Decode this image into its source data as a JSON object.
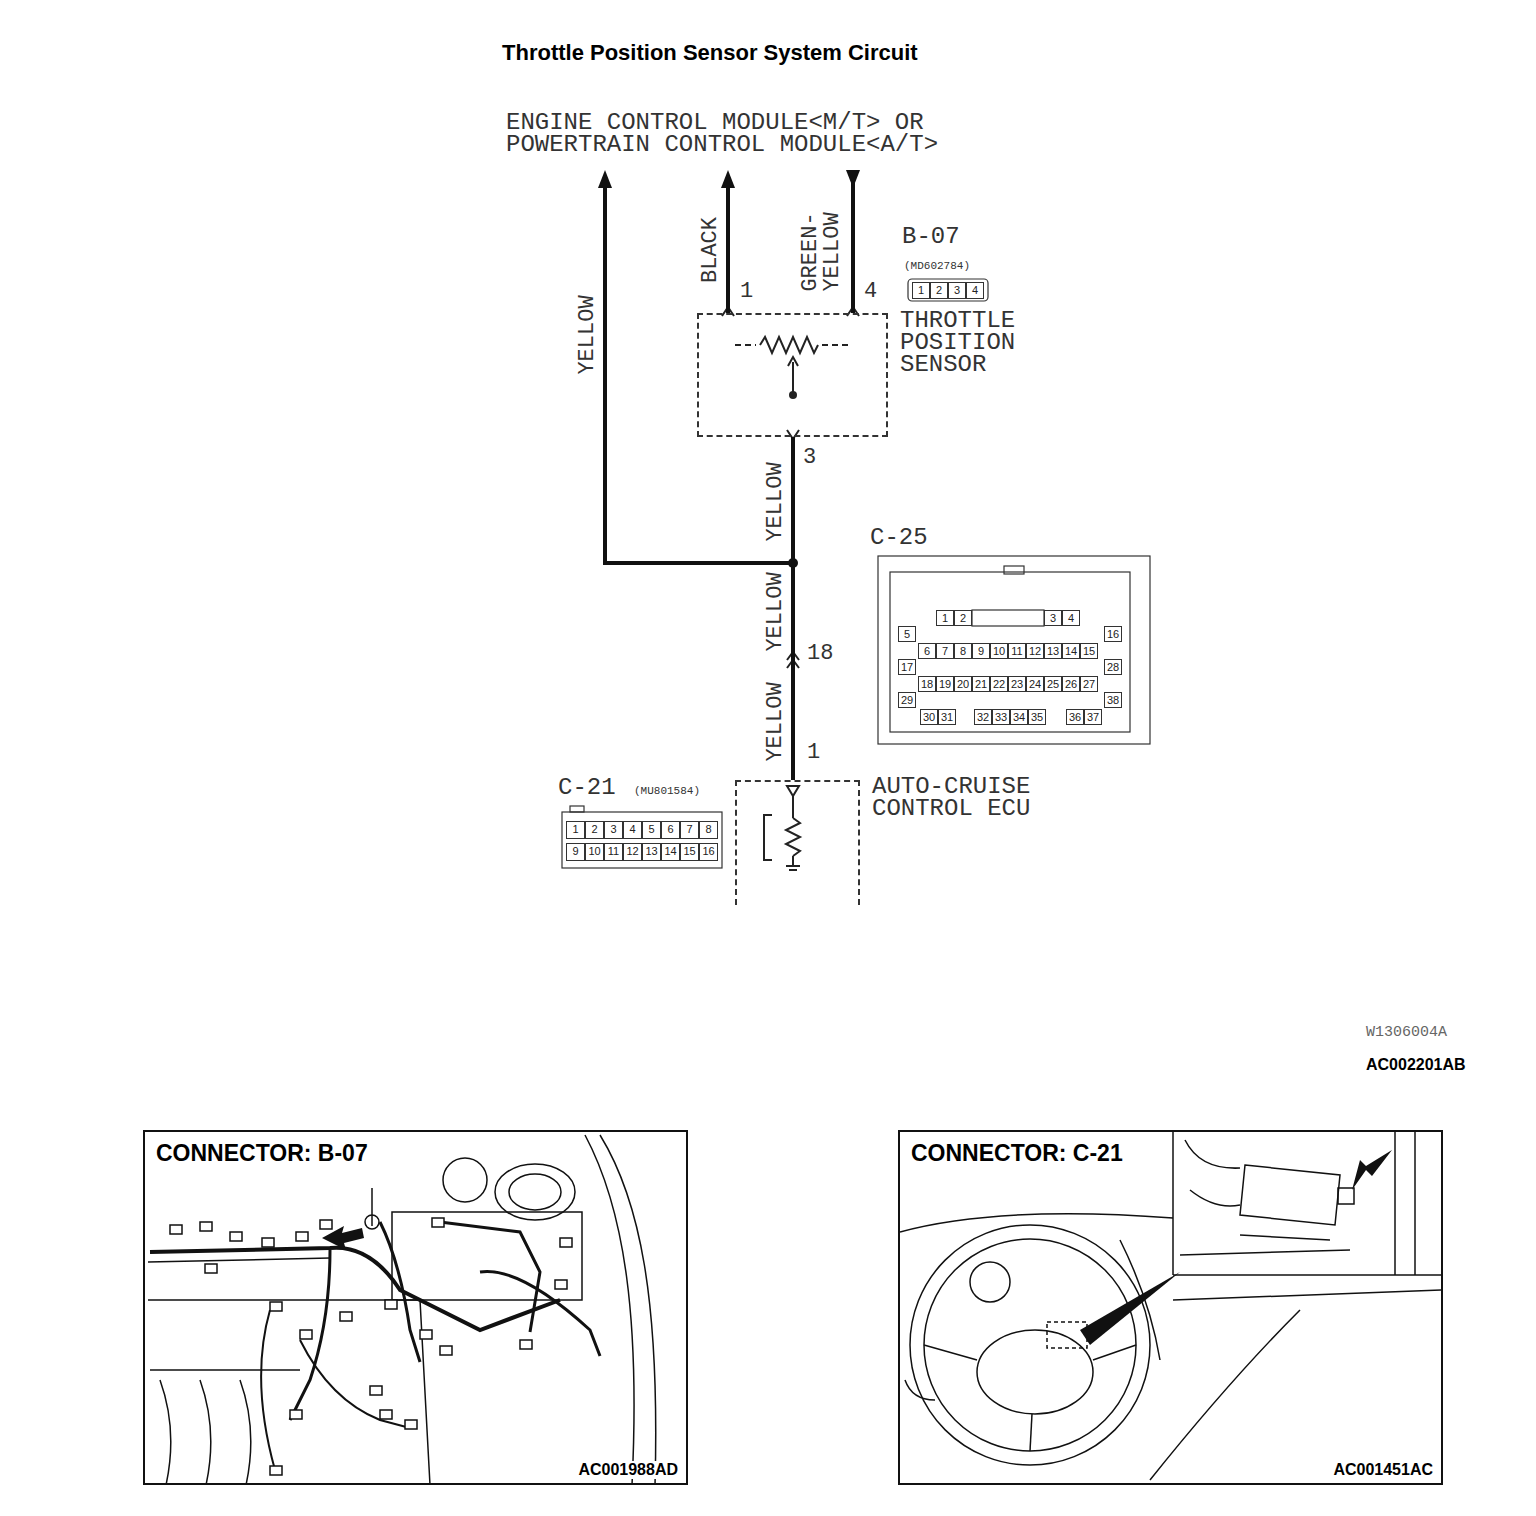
{
  "diagram": {
    "title": "Throttle Position Sensor System Circuit",
    "nodes": [
      {
        "text": [
          "ENGINE CONTROL MODULE<M/T> OR POWERTRAIN CONTROL MODULE<A/T>"
        ]
      },
      {
        "text": [
          "THROTTLE POSITION SENSOR"
        ]
      },
      {
        "text": [
          "AUTO-CRUISE CONTROL ECU"
        ]
      },
      {
        "text": [
          "CONNECTOR: B-07",
          "AC001988AD"
        ]
      },
      {
        "text": [
          "CONNECTOR: C-21",
          "AC001451AC"
        ]
      }
    ],
    "edges": [
      {
        "from": 1,
        "to": 0,
        "label": "YELLOW",
        "arrow": "to"
      },
      {
        "from": 1,
        "to": 0,
        "label": "BLACK",
        "arrow": "to"
      },
      {
        "from": 1,
        "to": 0,
        "label": "GREEN-YELLOW",
        "arrow": "to"
      },
      {
        "from": 1,
        "to": 2,
        "label": "YELLOW",
        "arrow": "none"
      }
    ],
    "labels": [
      "1",
      "4",
      "3",
      "B-07",
      "(MD602784)",
      "1",
      "2",
      "3",
      "4",
      "YELLOW",
      "YELLOW",
      "18",
      "1",
      "C-25",
      "1",
      "2",
      "3",
      "4",
      "5",
      "6",
      "7",
      "8",
      "9",
      "10",
      "11",
      "12",
      "13",
      "14",
      "15",
      "16",
      "17",
      "18",
      "19",
      "20",
      "21",
      "22",
      "23",
      "24",
      "25",
      "26",
      "27",
      "28",
      "29",
      "30",
      "31",
      "32",
      "33",
      "34",
      "35",
      "36",
      "37",
      "38",
      "C-21",
      "(MU801584)",
      "1",
      "2",
      "3",
      "4",
      "5",
      "6",
      "7",
      "8",
      "9",
      "10",
      "11",
      "12",
      "13",
      "14",
      "15",
      "16",
      "W1306004A",
      "AC002201AB"
    ]
  }
}
